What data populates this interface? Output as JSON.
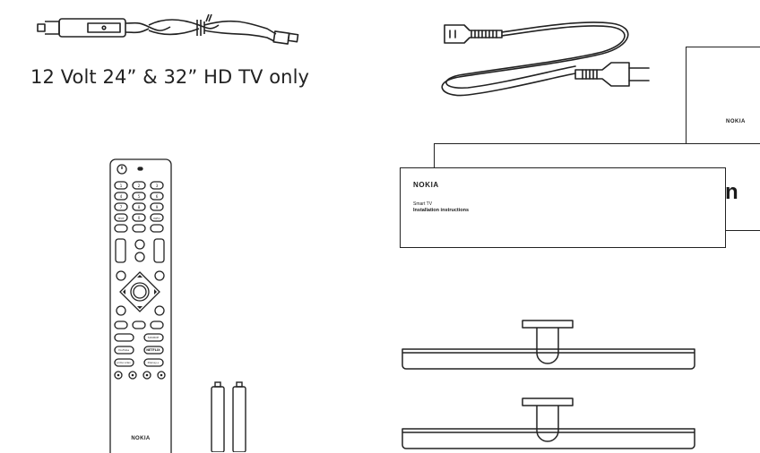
{
  "caption": "12 Volt 24” & 32” HD TV only",
  "remote": {
    "brand": "NOKIA",
    "keys": [
      "1",
      "2",
      "3",
      "4",
      "5",
      "6",
      "7",
      "8",
      "9",
      "TEXT",
      "0",
      "INFO"
    ],
    "small_labels": [
      "SOURCE",
      "NETFLIX",
      "YouTube",
      "prime video",
      "Disney+"
    ]
  },
  "booklet": {
    "brand": "NOKIA",
    "subtitle": "Smart TV",
    "title": "Installation instructions",
    "behind_fragment": "n"
  },
  "back_box": {
    "brand": "NOKIA"
  },
  "icons": {
    "car_adapter": "car-charger-cable-icon",
    "power_cord": "power-cord-icon",
    "batteries": "battery-icon",
    "stand": "tv-stand-foot-icon"
  }
}
